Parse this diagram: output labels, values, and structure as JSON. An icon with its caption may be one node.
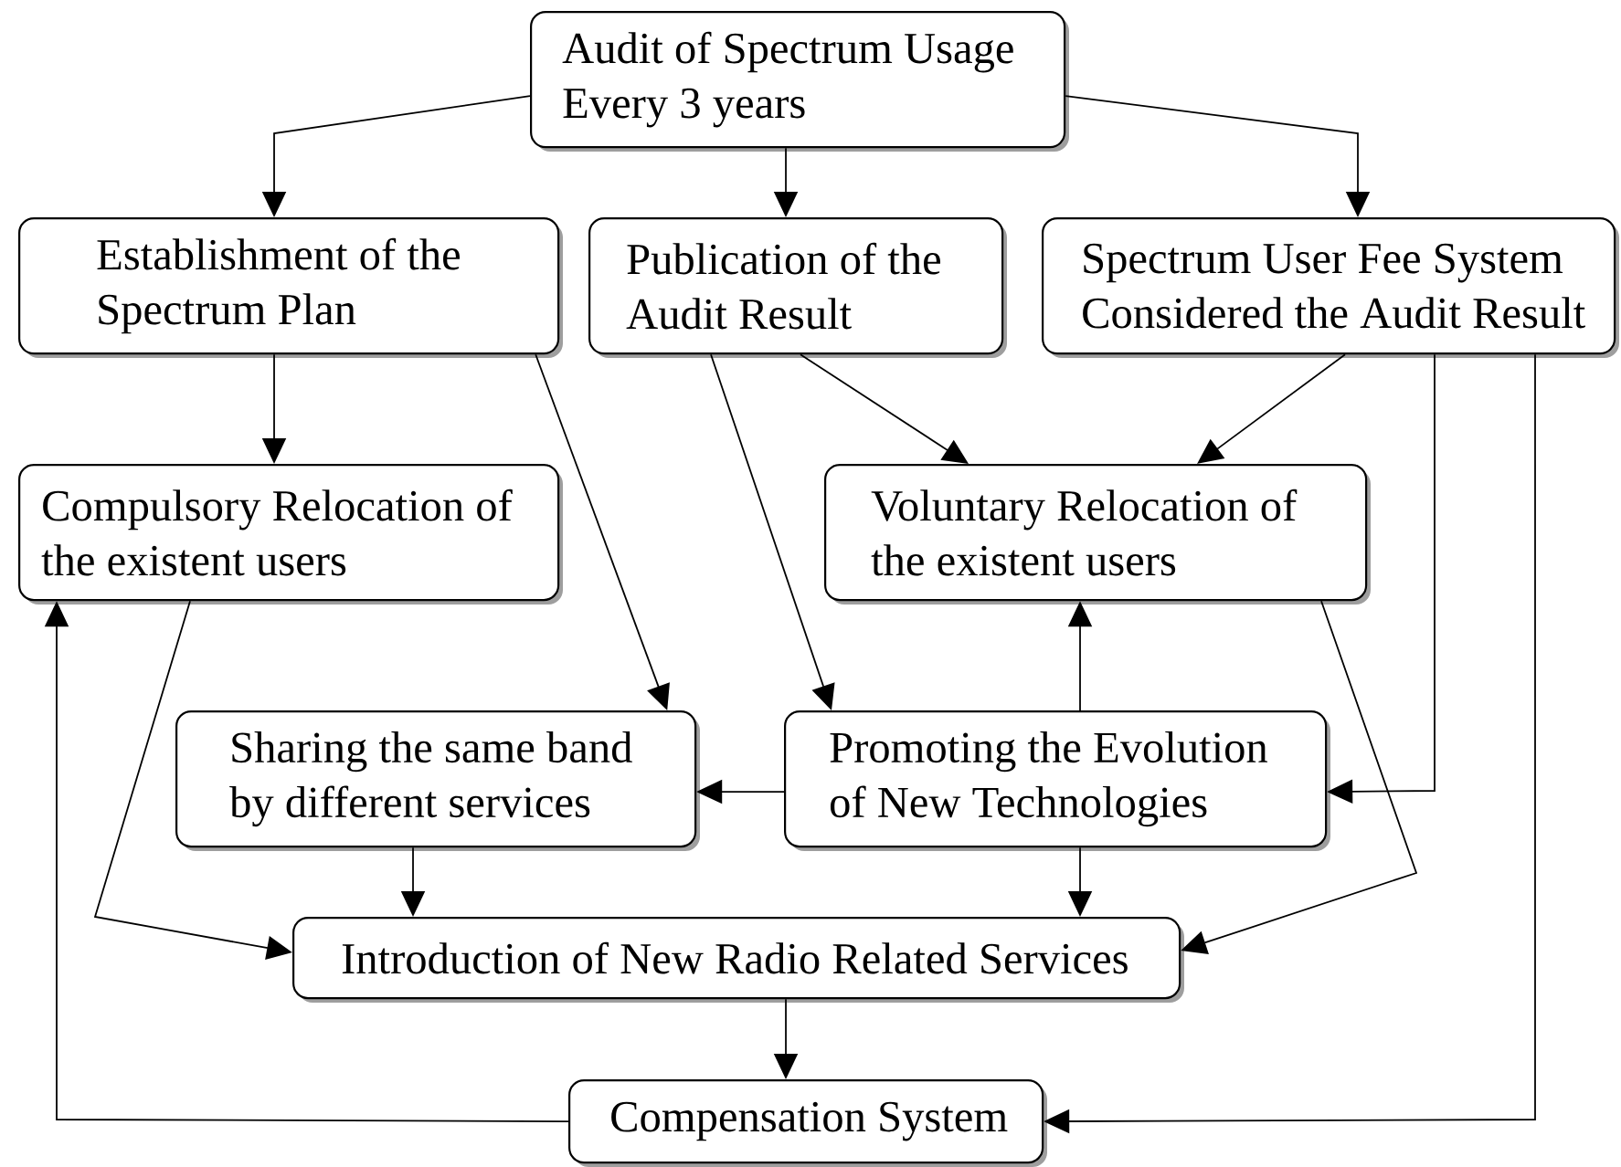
{
  "diagram": {
    "nodes": [
      {
        "text": [
          "Audit of Spectrum Usage Every 3 years"
        ]
      },
      {
        "text": [
          "Establishment of the Spectrum Plan"
        ]
      },
      {
        "text": [
          "Publication of the Audit Result"
        ]
      },
      {
        "text": [
          "Spectrum User Fee System Considered the Audit Result"
        ]
      },
      {
        "text": [
          "Compulsory Relocation of the existent users"
        ]
      },
      {
        "text": [
          "Voluntary Relocation of the existent users"
        ]
      },
      {
        "text": [
          "Sharing the same band by different services"
        ]
      },
      {
        "text": [
          "Promoting the Evolution of New Technologies"
        ]
      },
      {
        "text": [
          "Introduction of New Radio Related Services"
        ]
      },
      {
        "text": [
          "Compensation System"
        ]
      }
    ],
    "edges": [
      {
        "from": 0,
        "to": 1,
        "arrow": "to"
      },
      {
        "from": 0,
        "to": 2,
        "arrow": "to"
      },
      {
        "from": 0,
        "to": 3,
        "arrow": "to"
      },
      {
        "from": 1,
        "to": 4,
        "arrow": "to"
      },
      {
        "from": 1,
        "to": 6,
        "arrow": "to"
      },
      {
        "from": 2,
        "to": 5,
        "arrow": "to"
      },
      {
        "from": 2,
        "to": 7,
        "arrow": "to"
      },
      {
        "from": 3,
        "to": 5,
        "arrow": "to"
      },
      {
        "from": 3,
        "to": 7,
        "arrow": "to"
      },
      {
        "from": 3,
        "to": 9,
        "arrow": "to"
      },
      {
        "from": 4,
        "to": 8,
        "arrow": "to"
      },
      {
        "from": 5,
        "to": 8,
        "arrow": "to"
      },
      {
        "from": 7,
        "to": 5,
        "arrow": "to"
      },
      {
        "from": 7,
        "to": 6,
        "arrow": "to"
      },
      {
        "from": 7,
        "to": 8,
        "arrow": "to"
      },
      {
        "from": 6,
        "to": 8,
        "arrow": "to"
      },
      {
        "from": 8,
        "to": 9,
        "arrow": "to"
      },
      {
        "from": 9,
        "to": 4,
        "arrow": "to"
      }
    ]
  }
}
